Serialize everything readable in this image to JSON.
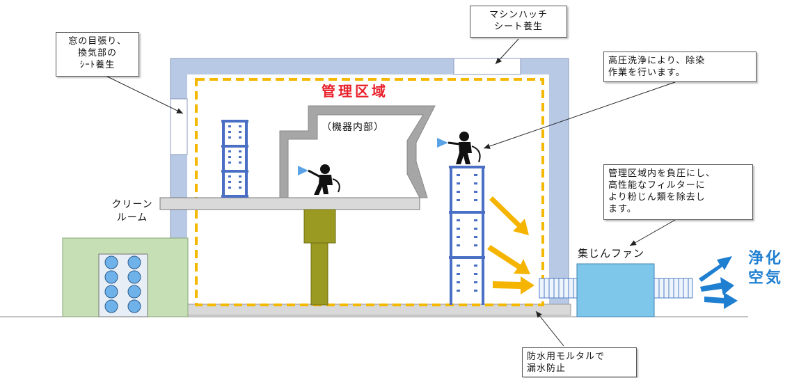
{
  "labels": {
    "zone_title": "管理区域",
    "machine_interior": "（機器内部）",
    "clean_room": "クリーン\nルーム",
    "dust_fan": "集じんファン",
    "clean_air": "浄化\n空気"
  },
  "callouts": {
    "machine_hatch": "マシンハッチ\nシート養生",
    "window": "窓の目張り、\n換気部の\nｼｰﾄ養生",
    "high_pressure": "高圧洗浄により、除染\n作業を行います。",
    "negative_pressure": "管理区域内を負圧にし、\n高性能なフィルターに\nより粉じん類を除去し\nます。",
    "mortar": "防水用モルタルで\n漏水防止"
  },
  "colors": {
    "zone_title": "#e8202a",
    "zone_border": "#f5b800",
    "building_wall": "#b8c9e6",
    "rack": "#4a6fc4",
    "clean_room_fill": "#c6dfb4",
    "fan_fill": "#7ec6ea",
    "clean_air": "#1f7fd1",
    "airflow_arrows": "#f5b400"
  }
}
